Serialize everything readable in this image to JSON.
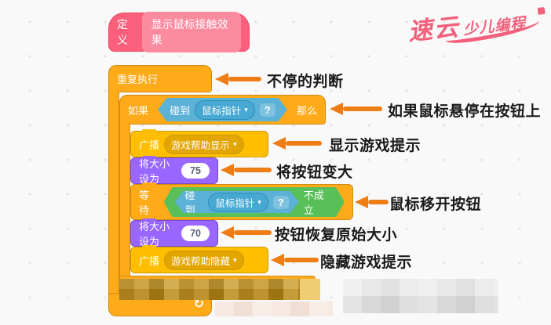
{
  "colors": {
    "page_bg": "#f9f9f9",
    "control": "#FFAB19",
    "control_border": "#CF8B17",
    "events": "#FFBF00",
    "events_field": "#E3A500",
    "events_border": "#CC9900",
    "looks": "#9966FF",
    "looks_border": "#774DCB",
    "sensing": "#5CB1D6",
    "sensing_field": "#47A8D1",
    "sensing_border": "#2E8EB8",
    "operators": "#59C059",
    "operators_border": "#389438",
    "myblocks": "#FA5F7C",
    "myblocks_border": "#E84A68",
    "myblocks_inner": "#FC8BA0",
    "arrow": "#EE7D16",
    "annotation": "#1A1A1A",
    "watermark": "#F2607C",
    "input_bg": "#FFFFFF",
    "input_text": "#575E75"
  },
  "icons": {
    "caret": "▾",
    "loop": "↻"
  },
  "watermark": {
    "main": "速云",
    "sub": "少儿编程"
  },
  "blocks": {
    "define": {
      "keyword": "定义",
      "name": "显示鼠标接触效果"
    },
    "repeat": {
      "label": "重复执行"
    },
    "if_block": {
      "prefix": "如果",
      "suffix": "那么"
    },
    "touching_if": {
      "verb": "碰到",
      "menu": "鼠标指针",
      "question": "?"
    },
    "broadcast_show": {
      "label": "广播",
      "message": "游戏帮助显示"
    },
    "set_size_75": {
      "label": "将大小设为",
      "value": "75"
    },
    "wait_until": {
      "label": "等待",
      "not_label": "不成立"
    },
    "touching_wait": {
      "verb": "碰到",
      "menu": "鼠标指针",
      "question": "?"
    },
    "set_size_70": {
      "label": "将大小设为",
      "value": "70"
    },
    "broadcast_hide": {
      "label": "广播",
      "message": "游戏帮助隐藏"
    }
  },
  "annotations": {
    "a1": "不停的判断",
    "a2": "如果鼠标悬停在按钮上",
    "a3": "显示游戏提示",
    "a4": "将按钮变大",
    "a5": "鼠标移开按钮",
    "a6": "按钮恢复原始大小",
    "a7": "隐藏游戏提示"
  }
}
